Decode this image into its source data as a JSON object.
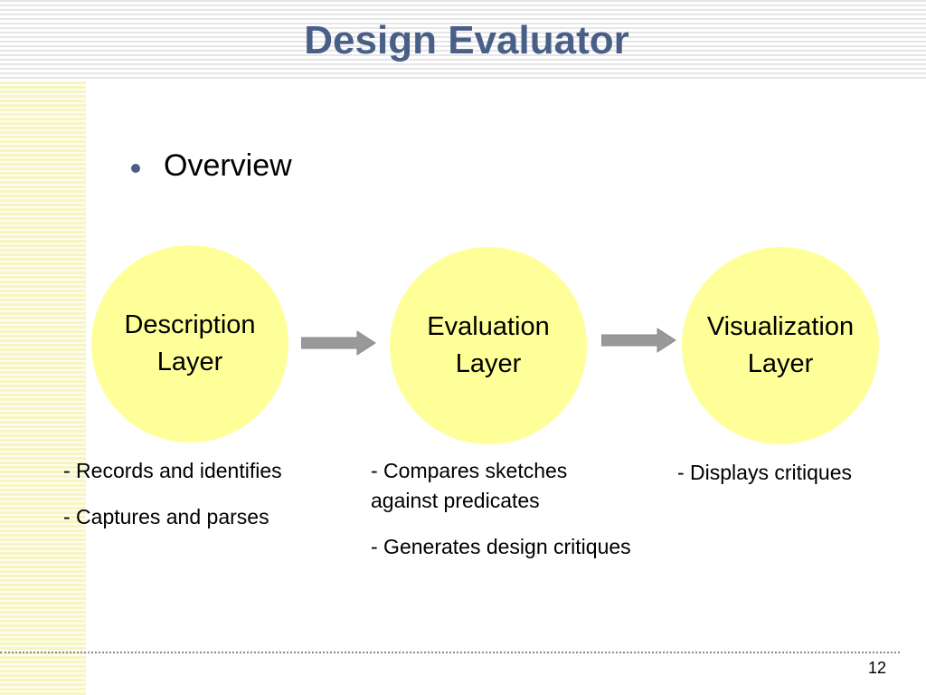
{
  "title": "Design Evaluator",
  "bullet": "Overview",
  "layers": [
    {
      "line1": "Description",
      "line2": "Layer",
      "notes": [
        "- Records and identifies",
        "- Captures and parses"
      ]
    },
    {
      "line1": "Evaluation",
      "line2": "Layer",
      "notes": [
        "- Compares sketches against predicates",
        "- Generates design critiques"
      ]
    },
    {
      "line1": "Visualization",
      "line2": "Layer",
      "notes": [
        "- Displays critiques"
      ]
    }
  ],
  "page_number": "12",
  "colors": {
    "title": "#4a5f88",
    "circle_fill": "#ffff99",
    "arrow": "#999999"
  }
}
